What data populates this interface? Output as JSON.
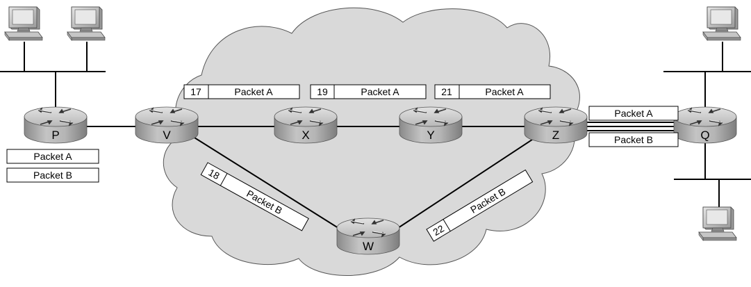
{
  "routers": [
    {
      "id": "p",
      "label": "P"
    },
    {
      "id": "v",
      "label": "V"
    },
    {
      "id": "x",
      "label": "X"
    },
    {
      "id": "y",
      "label": "Y"
    },
    {
      "id": "z",
      "label": "Z"
    },
    {
      "id": "q",
      "label": "Q"
    },
    {
      "id": "w",
      "label": "W"
    }
  ],
  "packets": {
    "p_a": "Packet A",
    "p_b": "Packet B",
    "vx_label": "17",
    "vx_name": "Packet A",
    "xy_label": "19",
    "xy_name": "Packet A",
    "yz_label": "21",
    "yz_name": "Packet A",
    "zq_a": "Packet A",
    "zq_b": "Packet B",
    "vw_label": "18",
    "vw_name": "Packet B",
    "wz_label": "22",
    "wz_name": "Packet B"
  },
  "colors": {
    "cloud": "#d9d9d9",
    "router_body": "#b3b3b3",
    "router_dark": "#808080",
    "router_top": "#cfcfcf",
    "computer": "#c8c8c8"
  }
}
